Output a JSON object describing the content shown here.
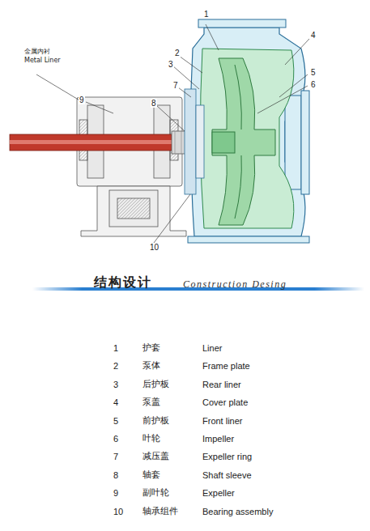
{
  "diagram": {
    "labels": [
      "金属内衬",
      "Metal Liner",
      "1",
      "2",
      "3",
      "4",
      "5",
      "6",
      "7",
      "8",
      "9",
      "10",
      "结构设计",
      "Construction Desing",
      "1",
      "护套",
      "Liner",
      "2",
      "泵体",
      "Frame plate",
      "3",
      "后护板",
      "Rear liner",
      "4",
      "泵盖",
      "Cover plate",
      "5",
      "前护板",
      "Front liner",
      "6",
      "叶轮",
      "Impeller",
      "7",
      "减压盖",
      "Expeller ring",
      "8",
      "轴套",
      "Shaft  sleeve",
      "9",
      "副叶轮",
      "Expeller",
      "10",
      "轴承组件",
      "Bearing assembly"
    ]
  }
}
